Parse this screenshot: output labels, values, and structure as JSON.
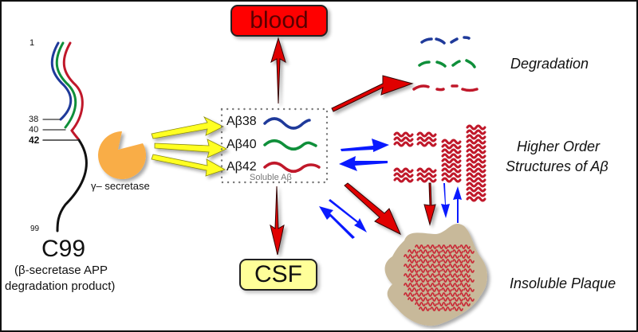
{
  "diagram": {
    "title": "Amyloid-beta production and fate",
    "c99": {
      "residue_labels": {
        "start": "1",
        "ab38": "38",
        "ab40": "40",
        "ab42": "42",
        "end": "99"
      },
      "name": "C99",
      "description_line1": "(β-secretase APP",
      "description_line2": "degradation product)"
    },
    "enzyme": {
      "label": "γ– secretase"
    },
    "soluble": {
      "caption": "Soluble Aβ",
      "peptides": [
        {
          "label": "Aβ38",
          "color": "#1f3a9a"
        },
        {
          "label": "Aβ40",
          "color": "#0f8f3a"
        },
        {
          "label": "Aβ42",
          "color": "#c0182a"
        }
      ]
    },
    "destinations": {
      "blood": "blood",
      "csf": "CSF",
      "degradation": "Degradation",
      "higher_order_line1": "Higher Order",
      "higher_order_line2": "Structures of Aβ",
      "plaque": "Insoluble Plaque"
    },
    "colors": {
      "blood_box": "#ff0000",
      "csf_box": "#ffff99",
      "enzyme": "#f9ad47",
      "arrow_red": "#e00000",
      "arrow_blue": "#0a1aff",
      "arrow_yellow": "#ffff22",
      "plaque": "#c8b99a"
    }
  }
}
